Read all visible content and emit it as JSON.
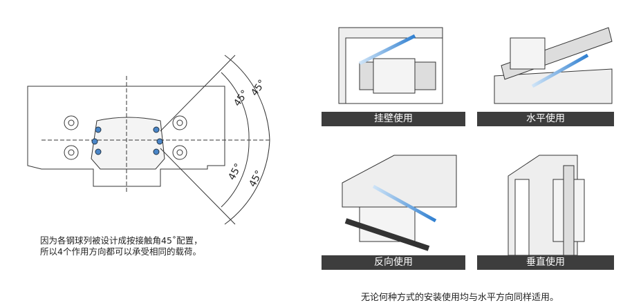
{
  "caption": {
    "line1": "因为各钢球列被设计成按接触角45˚配置，",
    "line2": "所以4个作用方向都可以承受相同的载荷。"
  },
  "angles": [
    "45°",
    "45°",
    "45°",
    "45°"
  ],
  "panels": [
    {
      "label": "挂壁使用"
    },
    {
      "label": "水平使用"
    },
    {
      "label": "反向使用"
    },
    {
      "label": "垂直使用"
    }
  ],
  "footer": "无论何种方式的安装使用均与水平方向同样适用。",
  "colors": {
    "label_bg": "#3d3d3d",
    "arrow": "#2f7fd0",
    "ball": "#4a86c8"
  }
}
